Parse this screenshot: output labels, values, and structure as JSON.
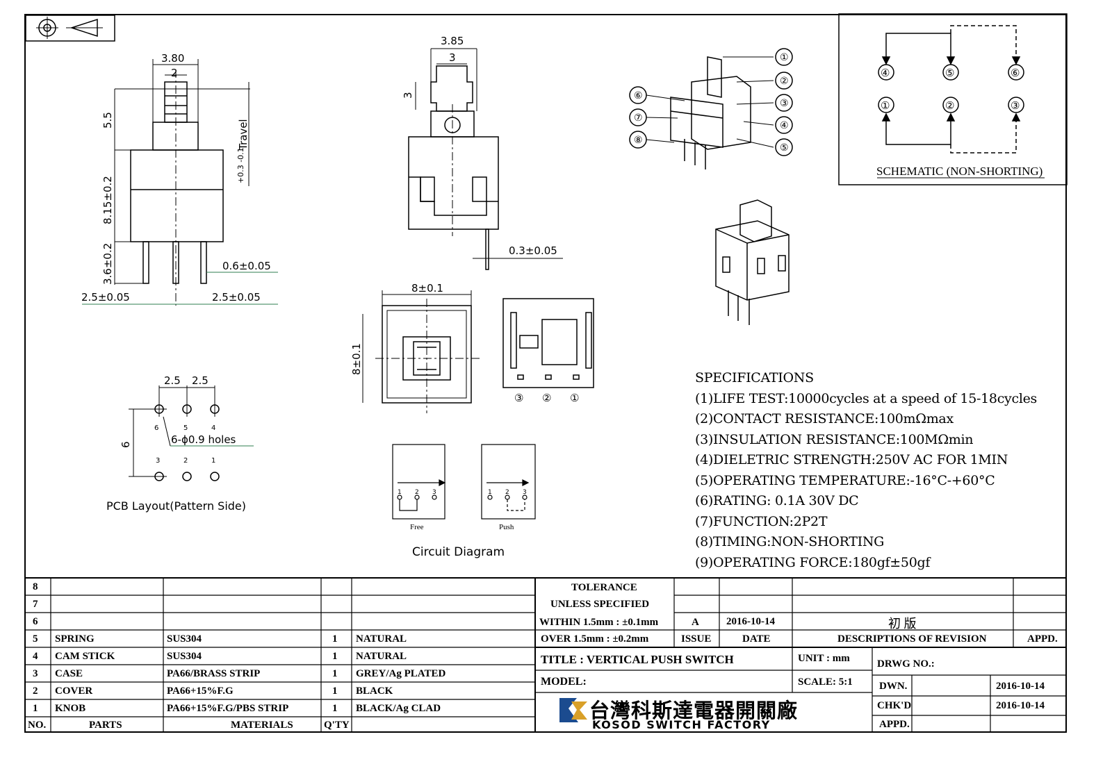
{
  "views": {
    "front": {
      "dims": {
        "top_width": "3.80",
        "stem_width": "2",
        "travel_height": "5.5",
        "travel_label": "Travel",
        "travel_tol": "+0.3\n-0.1",
        "body_height": "8.15±0.2",
        "pin_height": "3.6±0.2",
        "pin_width": "0.6±0.05",
        "pitch_left": "2.5±0.05",
        "pitch_right": "2.5±0.05"
      }
    },
    "side": {
      "dims": {
        "outer_width": "3.85",
        "inner_width": "3",
        "stem_height": "3",
        "pin_thickness": "0.3±0.05"
      }
    },
    "top": {
      "dims": {
        "width": "8±0.1",
        "height": "8±0.1"
      }
    },
    "bottom": {
      "pin_labels": [
        "③",
        "②",
        "①"
      ]
    },
    "exploded": {
      "callouts": [
        "①",
        "②",
        "③",
        "④",
        "⑤",
        "⑥",
        "⑦",
        "⑧"
      ]
    },
    "pcb": {
      "pitch_a": "2.5",
      "pitch_b": "2.5",
      "row_spacing": "6",
      "holes_label": "6-ϕ0.9  holes",
      "top_pins": [
        "6",
        "5",
        "4"
      ],
      "bottom_pins": [
        "3",
        "2",
        "1"
      ],
      "caption": "PCB Layout(Pattern Side)"
    },
    "circuit": {
      "free_label": "Free",
      "push_label": "Push",
      "pins": [
        "1",
        "2",
        "3"
      ],
      "caption": "Circuit Diagram"
    }
  },
  "schematic": {
    "top_nodes": [
      "④",
      "⑤",
      "⑥"
    ],
    "bottom_nodes": [
      "①",
      "②",
      "③"
    ],
    "caption": "SCHEMATIC (NON-SHORTING)"
  },
  "specifications": {
    "heading": "SPECIFICATIONS",
    "items": [
      "(1)LIFE TEST:10000cycles at a speed of 15-18cycles",
      "(2)CONTACT RESISTANCE:100mΩmax",
      "(3)INSULATION RESISTANCE:100MΩmin",
      "(4)DIELETRIC STRENGTH:250V AC FOR 1MIN",
      "(5)OPERATING TEMPERATURE:-16°C-+60°C",
      "(6)RATING: 0.1A 30V DC",
      "(7)FUNCTION:2P2T",
      "(8)TIMING:NON-SHORTING",
      "(9)OPERATING FORCE:180gf±50gf"
    ]
  },
  "bom": {
    "headers": {
      "no": "NO.",
      "parts": "PARTS",
      "materials": "MATERIALS",
      "qty": "Q'TY"
    },
    "rows": [
      {
        "no": "8",
        "part": "",
        "material": "",
        "qty": "",
        "finish": ""
      },
      {
        "no": "7",
        "part": "",
        "material": "",
        "qty": "",
        "finish": ""
      },
      {
        "no": "6",
        "part": "",
        "material": "",
        "qty": "",
        "finish": ""
      },
      {
        "no": "5",
        "part": "SPRING",
        "material": "SUS304",
        "qty": "1",
        "finish": "NATURAL"
      },
      {
        "no": "4",
        "part": "CAM STICK",
        "material": "SUS304",
        "qty": "1",
        "finish": "NATURAL"
      },
      {
        "no": "3",
        "part": "CASE",
        "material": "PA66/BRASS STRIP",
        "qty": "1",
        "finish": "GREY/Ag PLATED"
      },
      {
        "no": "2",
        "part": "COVER",
        "material": "PA66+15%F.G",
        "qty": "1",
        "finish": "BLACK"
      },
      {
        "no": "1",
        "part": "KNOB",
        "material": "PA66+15%F.G/PBS STRIP",
        "qty": "1",
        "finish": "BLACK/Ag CLAD"
      }
    ]
  },
  "title_block": {
    "tolerance_l1": "TOLERANCE",
    "tolerance_l2": "UNLESS  SPECIFIED",
    "tolerance_l3": "WITHIN 1.5mm : ±0.1mm",
    "tolerance_l4": "OVER 1.5mm : ±0.2mm",
    "rev_issue": "A",
    "rev_date": "2016-10-14",
    "rev_desc": "初  版",
    "h_issue": "ISSUE",
    "h_date": "DATE",
    "h_desc": "DESCRIPTIONS OF REVISION",
    "h_appd": "APPD.",
    "title": "TITLE :  VERTICAL PUSH SWITCH",
    "unit": "UNIT :  mm",
    "drwg": "DRWG NO.:",
    "model": "MODEL:",
    "scale": "SCALE:  5:1",
    "dwn": "DWN.",
    "dwn_date": "2016-10-14",
    "chkd": "CHK'D",
    "chkd_date": "2016-10-14",
    "appd": "APPD.",
    "company_cn": "台灣科斯達電器開關廠",
    "company_en": "KOSOD SWITCH FACTORY"
  },
  "colors": {
    "line": "#000000",
    "dim_green": "#2e7d4f",
    "fill_light": "#f4f4f4"
  }
}
